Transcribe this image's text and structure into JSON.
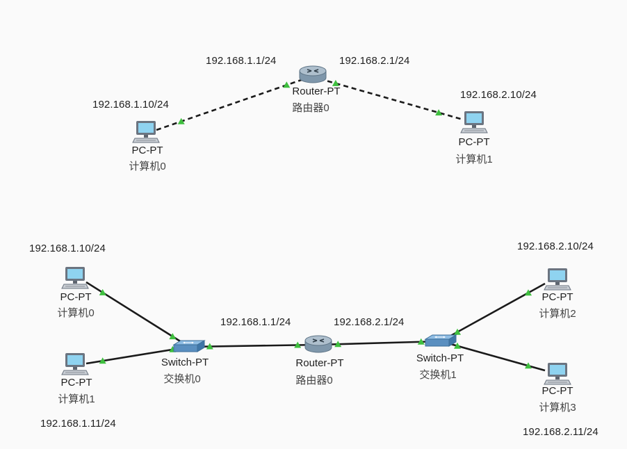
{
  "colors": {
    "link": "#1a1a1a",
    "port_up": "#3fbf3f",
    "label_text": "#1f1f1f",
    "pc_screen": "#8fd3f0",
    "pc_body": "#6b7480",
    "router_body": "#8fa6b8",
    "switch_body": "#5a8fc0"
  },
  "top": {
    "pc0": {
      "model": "PC-PT",
      "name": "计算机0",
      "ip": "192.168.1.10/24",
      "icon": "pc-icon"
    },
    "router0": {
      "model": "Router-PT",
      "name": "路由器0",
      "ip_left": "192.168.1.1/24",
      "ip_right": "192.168.2.1/24",
      "icon": "router-icon"
    },
    "pc1": {
      "model": "PC-PT",
      "name": "计算机1",
      "ip": "192.168.2.10/24",
      "icon": "pc-icon"
    },
    "links": [
      {
        "from": "pc0",
        "to": "router0",
        "cable": "crossover",
        "style": "dashed"
      },
      {
        "from": "router0",
        "to": "pc1",
        "cable": "crossover",
        "style": "dashed"
      }
    ]
  },
  "bottom": {
    "pc0": {
      "model": "PC-PT",
      "name": "计算机0",
      "ip": "192.168.1.10/24",
      "icon": "pc-icon"
    },
    "pc1": {
      "model": "PC-PT",
      "name": "计算机1",
      "ip": "192.168.1.11/24",
      "icon": "pc-icon"
    },
    "switch0": {
      "model": "Switch-PT",
      "name": "交换机0",
      "icon": "switch-icon"
    },
    "router0": {
      "model": "Router-PT",
      "name": "路由器0",
      "ip_left": "192.168.1.1/24",
      "ip_right": "192.168.2.1/24",
      "icon": "router-icon"
    },
    "switch1": {
      "model": "Switch-PT",
      "name": "交换机1",
      "icon": "switch-icon"
    },
    "pc2": {
      "model": "PC-PT",
      "name": "计算机2",
      "ip": "192.168.2.10/24",
      "icon": "pc-icon"
    },
    "pc3": {
      "model": "PC-PT",
      "name": "计算机3",
      "ip": "192.168.2.11/24",
      "icon": "pc-icon"
    },
    "links": [
      {
        "from": "pc0",
        "to": "switch0",
        "cable": "straight",
        "style": "solid"
      },
      {
        "from": "pc1",
        "to": "switch0",
        "cable": "straight",
        "style": "solid"
      },
      {
        "from": "switch0",
        "to": "router0",
        "cable": "straight",
        "style": "solid"
      },
      {
        "from": "router0",
        "to": "switch1",
        "cable": "straight",
        "style": "solid"
      },
      {
        "from": "switch1",
        "to": "pc2",
        "cable": "straight",
        "style": "solid"
      },
      {
        "from": "switch1",
        "to": "pc3",
        "cable": "straight",
        "style": "solid"
      }
    ]
  }
}
